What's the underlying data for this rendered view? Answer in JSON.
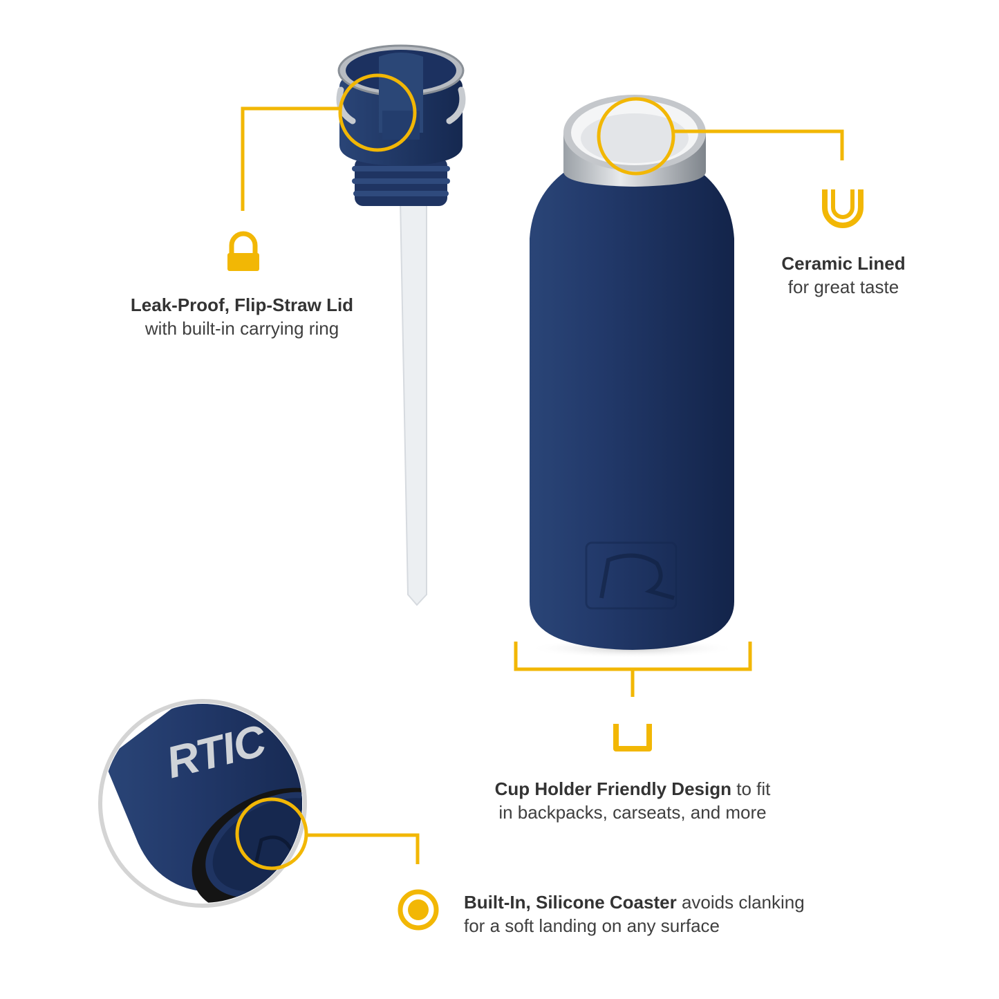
{
  "colors": {
    "accent": "#f2b705",
    "bottle_navy": "#1f3564",
    "steel": "#c9ccd0",
    "straw": "#e8ebee",
    "ring_gray": "#d4d4d4"
  },
  "icons": {
    "lid": "carry-ring-icon",
    "ceramic": "u-liner-icon",
    "cup_holder": "cup-holder-icon",
    "coaster": "coaster-icon"
  },
  "brand": {
    "logo": "RTIC"
  },
  "callouts": {
    "lid": {
      "title": "Leak-Proof, Flip-Straw Lid",
      "subtitle": "with built-in carrying ring"
    },
    "ceramic": {
      "title": "Ceramic Lined",
      "subtitle": "for great taste"
    },
    "cup_holder": {
      "title": "Cup Holder Friendly Design",
      "rest_line1": " to fit",
      "line2": "in backpacks, carseats, and more"
    },
    "coaster": {
      "title": "Built-In, Silicone Coaster",
      "rest_line1": " avoids clanking",
      "line2": "for a soft landing on any surface"
    }
  }
}
